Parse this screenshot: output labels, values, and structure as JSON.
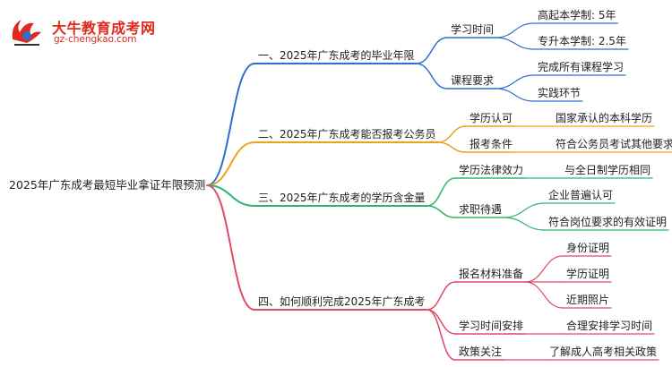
{
  "brand": {
    "name_cn": "大牛教育成考网",
    "url": "gz-chengkao.com"
  },
  "mindmap": {
    "root": "2025年广东成考最短毕业拿证年限预测",
    "branches": [
      {
        "label": "一、2025年广东成考的毕业年限",
        "color": "#2f6fce",
        "children": [
          {
            "label": "学习时间",
            "children": [
              "高起本学制: 5年",
              "专升本学制: 2.5年"
            ]
          },
          {
            "label": "课程要求",
            "children": [
              "完成所有课程学习",
              "实践环节"
            ]
          }
        ]
      },
      {
        "label": "二、2025年广东成考能否报考公务员",
        "color": "#f0a01e",
        "children": [
          {
            "label": "学历认可",
            "children": [
              "国家承认的本科学历"
            ]
          },
          {
            "label": "报考条件",
            "children": [
              "符合公务员考试其他要求"
            ]
          }
        ]
      },
      {
        "label": "三、2025年广东成考的学历含金量",
        "color": "#2fb56a",
        "children": [
          {
            "label": "学历法律效力",
            "children": [
              "与全日制学历相同"
            ]
          },
          {
            "label": "求职待遇",
            "children": [
              "企业普遍认可",
              "符合岗位要求的有效证明"
            ]
          }
        ]
      },
      {
        "label": "四、如何顺利完成2025年广东成考",
        "color": "#e04a67",
        "children": [
          {
            "label": "报名材料准备",
            "children": [
              "身份证明",
              "学历证明",
              "近期照片"
            ]
          },
          {
            "label": "学习时间安排",
            "children": [
              "合理安排学习时间"
            ]
          },
          {
            "label": "政策关注",
            "children": [
              "了解成人高考相关政策"
            ]
          }
        ]
      }
    ]
  }
}
